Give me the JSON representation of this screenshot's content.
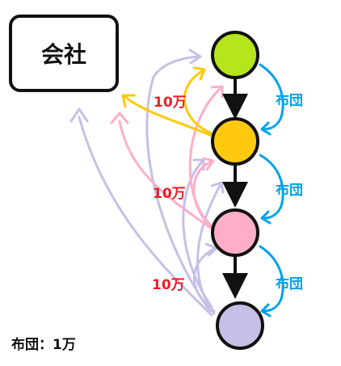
{
  "company": {
    "label": "会社"
  },
  "footnote": {
    "label": "布団：1万"
  },
  "colors": {
    "green": "#b5e61d",
    "yellow": "#ffc90e",
    "pink": "#ffaec9",
    "lavender": "#c8bfe7",
    "futon": "#00a2e8",
    "money": "#ed1c24",
    "yellow_arrow": "#ffc90e",
    "pink_arrow": "#ffaec9",
    "lavender_arrow": "#c8bfe7"
  },
  "nodes": [
    {
      "id": "green",
      "color_key": "green"
    },
    {
      "id": "yellow",
      "color_key": "yellow"
    },
    {
      "id": "pink",
      "color_key": "pink"
    },
    {
      "id": "lavender",
      "color_key": "lavender"
    }
  ],
  "futon_labels": [
    "布団",
    "布団",
    "布団"
  ],
  "money_labels": [
    "10万",
    "10万",
    "10万"
  ]
}
